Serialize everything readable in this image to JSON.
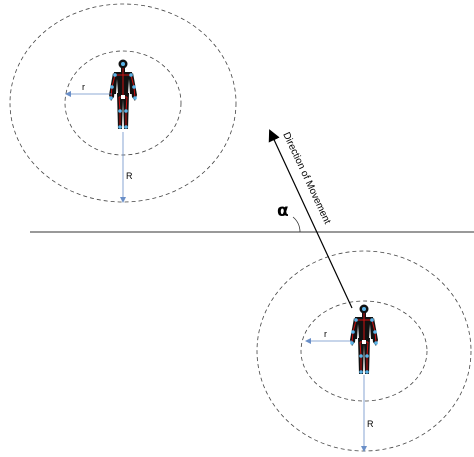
{
  "labels": {
    "outer_radius": "R",
    "inner_radius": "r",
    "angle": "α",
    "direction": "Direction of Movement"
  },
  "colors": {
    "body": "#111111",
    "skeleton": "#cc1111",
    "joint": "#5ab4e8",
    "radius_arrow": "#6a8fc8",
    "circle": "#444444"
  }
}
